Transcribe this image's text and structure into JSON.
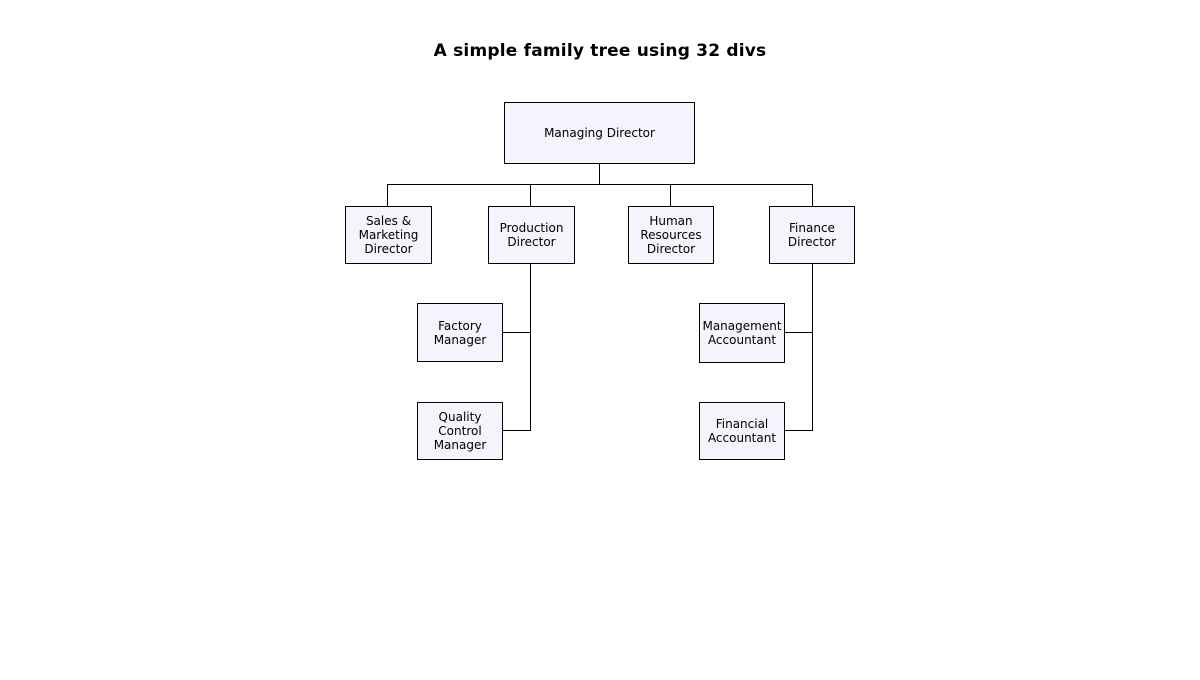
{
  "page": {
    "title": "A simple family tree using 32 divs"
  },
  "colors": {
    "page_background": "#ffffff",
    "node_background": "#f4f4fc",
    "node_border": "#000000",
    "connector_line": "#000000",
    "text": "#000000"
  },
  "tree": {
    "root": "Managing Director",
    "structure": [
      {
        "parent": "Managing Director",
        "children": [
          "Sales & Marketing Director",
          "Production Director",
          "Human Resources Director",
          "Finance Director"
        ]
      },
      {
        "parent": "Production Director",
        "children": [
          "Factory Manager",
          "Quality Control Manager"
        ]
      },
      {
        "parent": "Finance Director",
        "children": [
          "Management Accountant",
          "Financial Accountant"
        ]
      }
    ]
  },
  "nodes": [
    {
      "id": "managing-director",
      "label": "Managing Director"
    },
    {
      "id": "sales-marketing-director",
      "label": "Sales & Marketing Director"
    },
    {
      "id": "production-director",
      "label": "Production Director"
    },
    {
      "id": "human-resources-director",
      "label": "Human Resources Director"
    },
    {
      "id": "finance-director",
      "label": "Finance Director"
    },
    {
      "id": "factory-manager",
      "label": "Factory Manager"
    },
    {
      "id": "quality-control-manager",
      "label": "Quality Control Manager"
    },
    {
      "id": "management-accountant",
      "label": "Management Accountant"
    },
    {
      "id": "financial-accountant",
      "label": "Financial Accountant"
    }
  ]
}
